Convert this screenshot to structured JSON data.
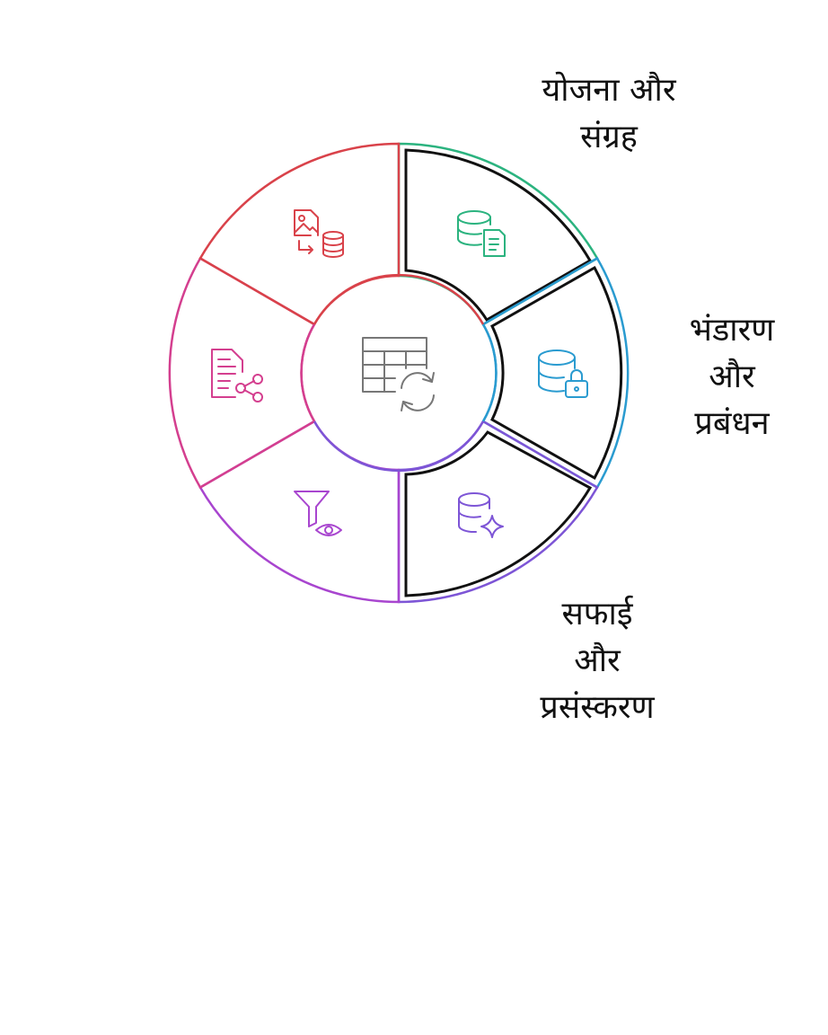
{
  "labels": {
    "plan": {
      "line1": "योजना और",
      "line2": "संग्रह"
    },
    "storage": {
      "line1": "भंडारण",
      "line2": "और",
      "line3": "प्रबंधन"
    },
    "clean": {
      "line1": "सफाई",
      "line2": "और",
      "line3": "प्रसंस्करण"
    }
  },
  "segments": [
    {
      "name": "plan",
      "color": "#2bb37f",
      "icon": "database-document-icon",
      "highlighted": true
    },
    {
      "name": "storage",
      "color": "#2a9bd0",
      "icon": "database-lock-icon",
      "highlighted": true
    },
    {
      "name": "clean",
      "color": "#7d55d6",
      "icon": "database-sparkle-icon",
      "highlighted": true
    },
    {
      "name": "filter",
      "color": "#a845cf",
      "icon": "filter-eye-icon",
      "highlighted": false
    },
    {
      "name": "share",
      "color": "#d43f8f",
      "icon": "document-share-icon",
      "highlighted": false
    },
    {
      "name": "import",
      "color": "#d9424a",
      "icon": "image-to-database-icon",
      "highlighted": false
    }
  ],
  "center": {
    "icon": "table-sync-icon",
    "color": "#777777"
  }
}
